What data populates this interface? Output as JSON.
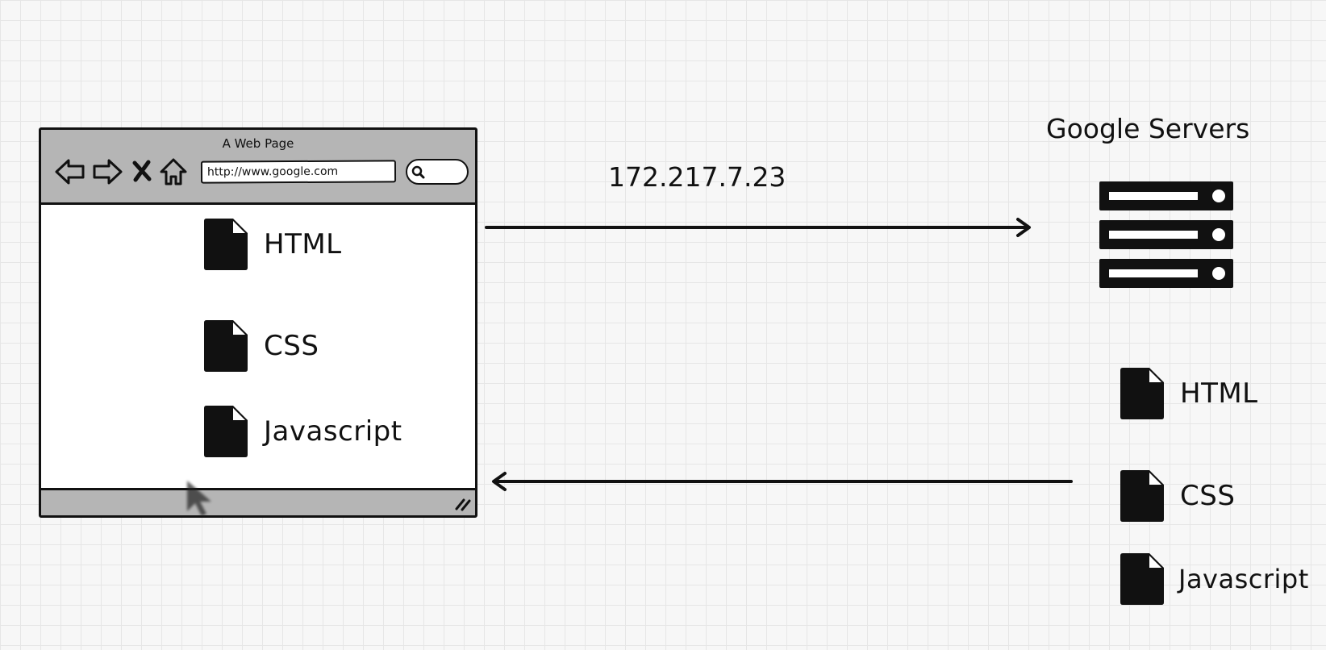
{
  "browser": {
    "title": "A Web Page",
    "url": "http://www.google.com",
    "files": [
      {
        "label": "HTML"
      },
      {
        "label": "CSS"
      },
      {
        "label": "Javascript"
      }
    ]
  },
  "request": {
    "ip_address": "172.217.7.23"
  },
  "server": {
    "title": "Google Servers",
    "files": [
      {
        "label": "HTML"
      },
      {
        "label": "CSS"
      },
      {
        "label": "Javascript"
      }
    ]
  },
  "icons": {
    "back": "back-arrow-icon",
    "forward": "forward-arrow-icon",
    "stop": "stop-icon",
    "home": "home-icon",
    "search": "search-icon",
    "file": "file-icon",
    "server": "server-rack-icon",
    "cursor": "mouse-cursor-icon"
  },
  "colors": {
    "browser_chrome": "#b5b5b5",
    "ink": "#111111"
  }
}
